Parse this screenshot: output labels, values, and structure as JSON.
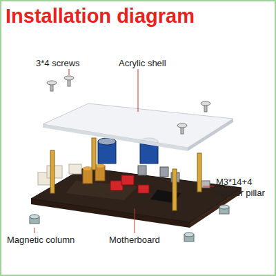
{
  "diagram": {
    "title": "Installation diagram",
    "labels": [
      "3*4 screws",
      "Acrylic shell",
      "M3*14+4 copper pillar",
      "Magnetic column",
      "Motherboard"
    ]
  }
}
